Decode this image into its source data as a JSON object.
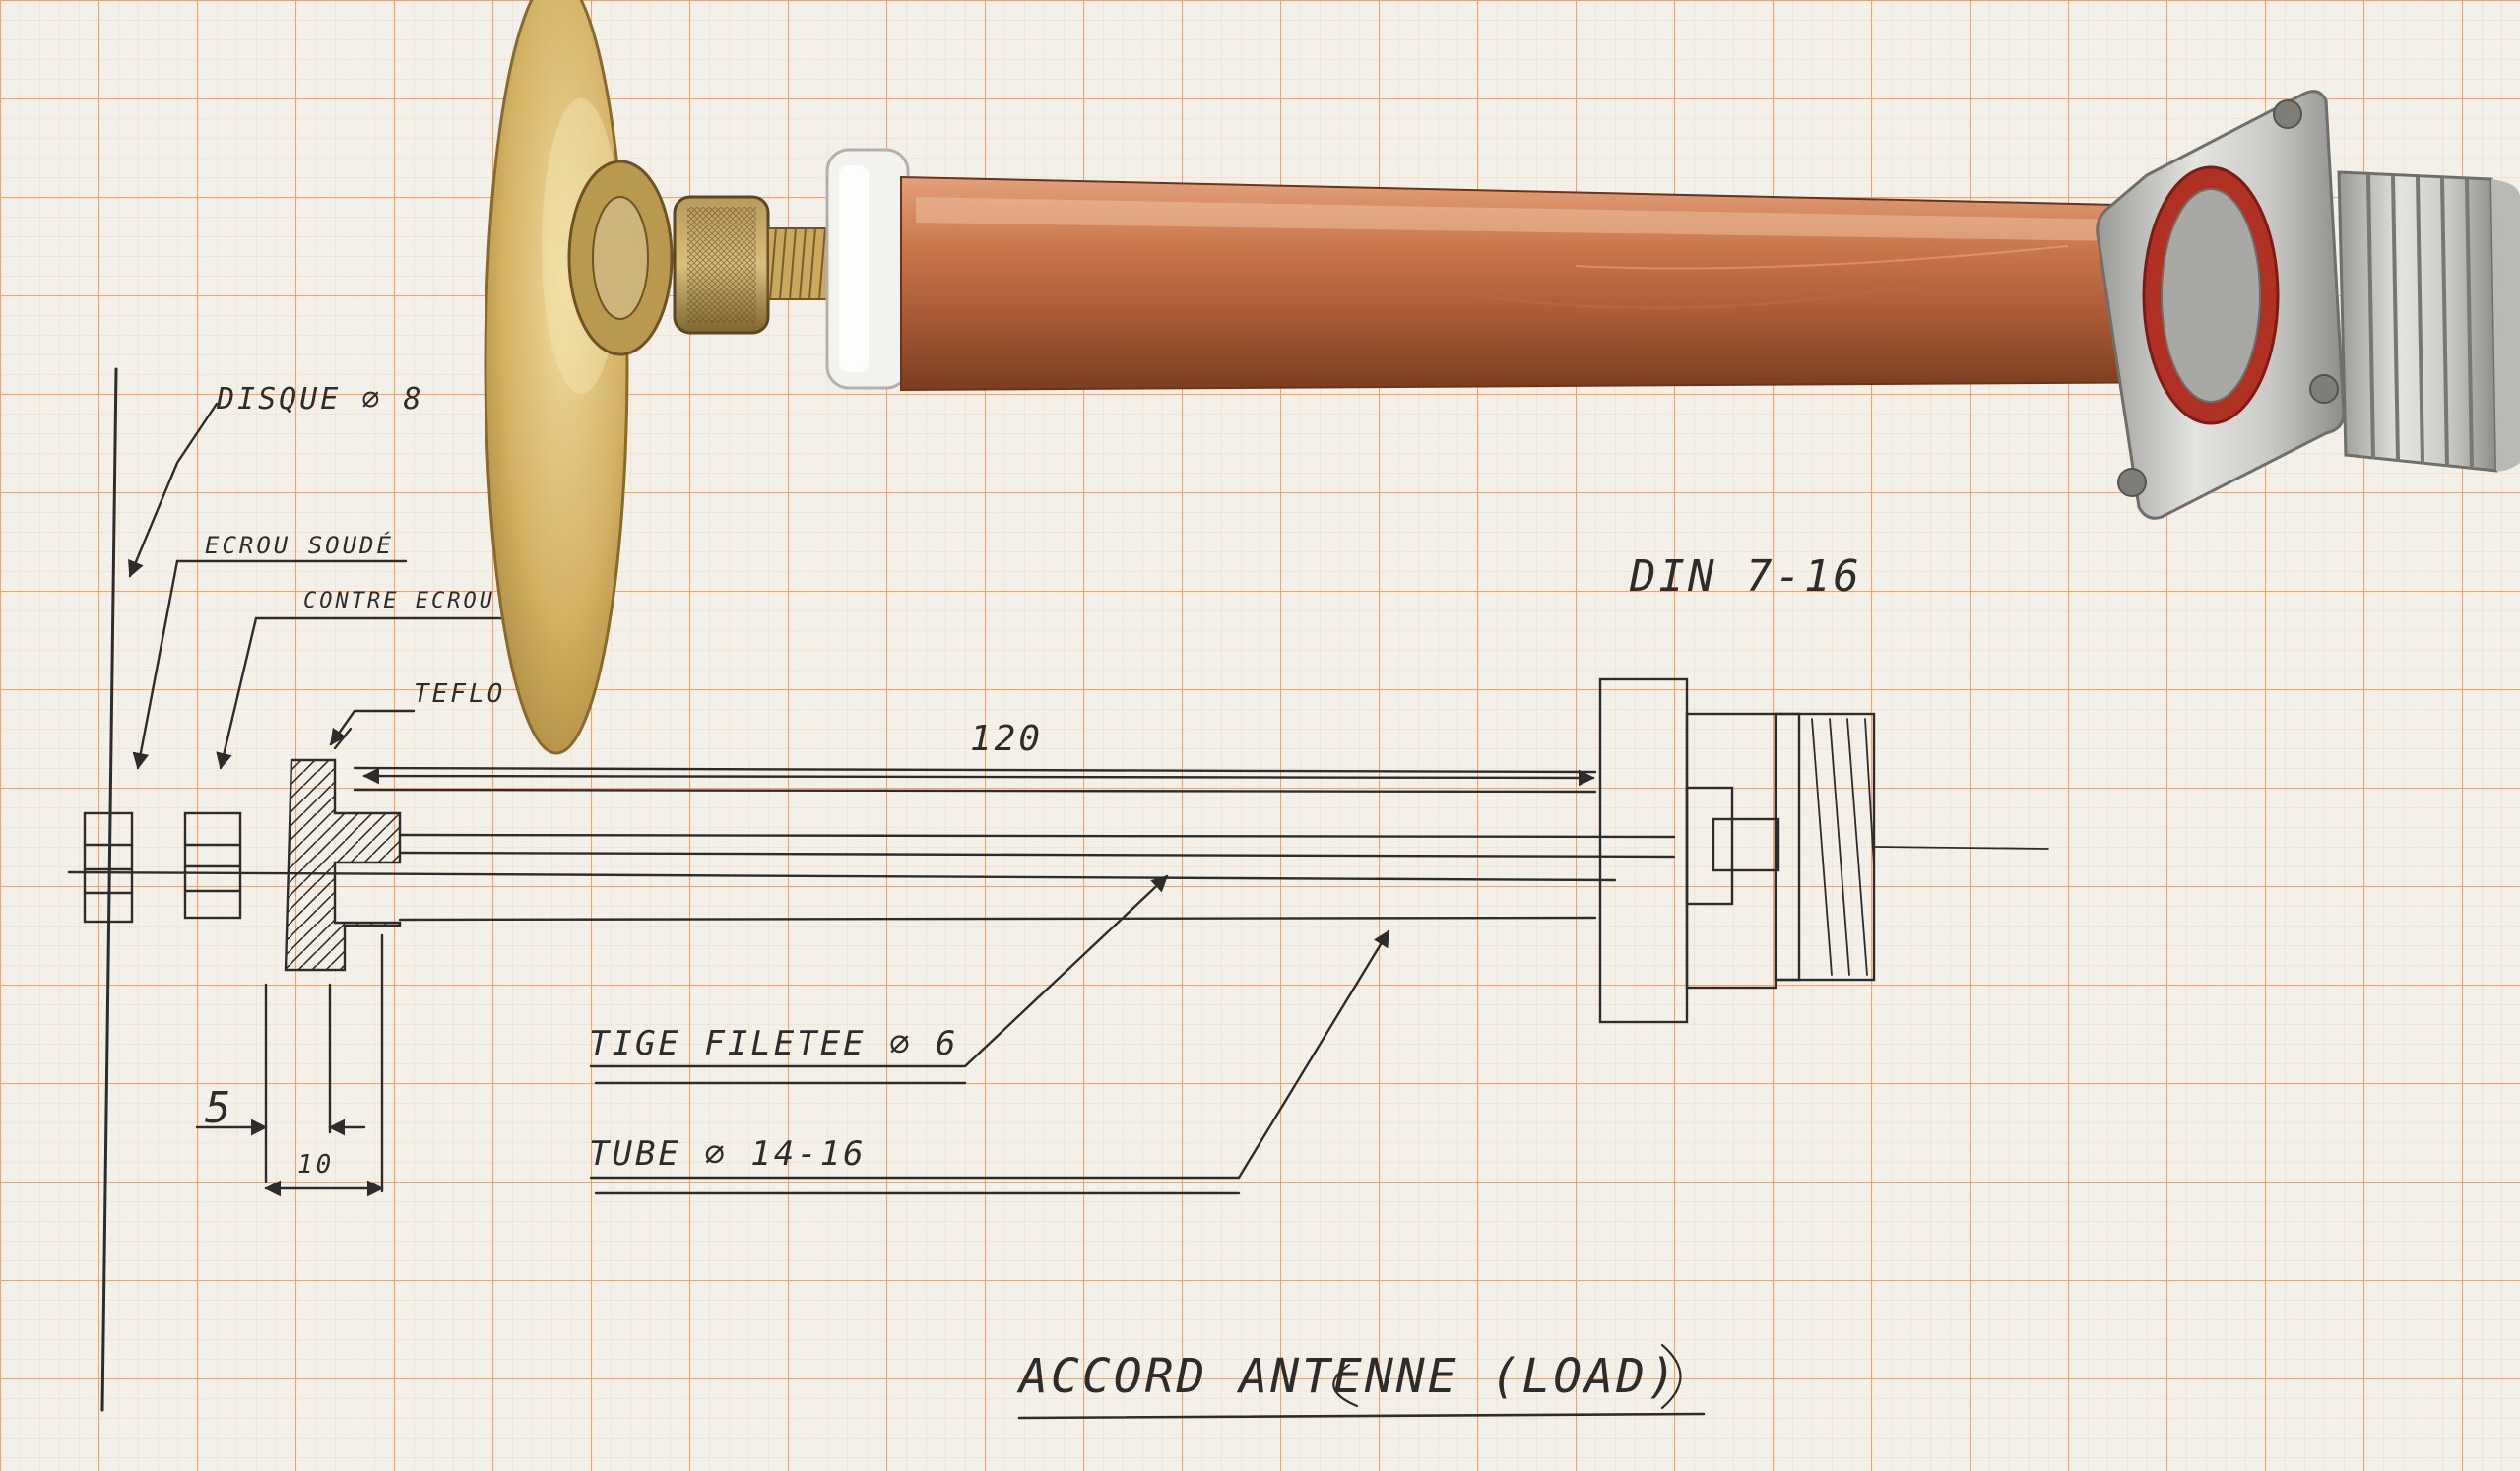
{
  "colors": {
    "paper": "#f3f0e9",
    "grid_major": "#dca783",
    "grid_minor": "#efd9c8",
    "pencil": "#2e2c2a",
    "copper": "#c8754a",
    "brass": "#d3b265",
    "teflon": "#f4f2ef",
    "chrome": "#c9c9c6"
  },
  "drawing": {
    "label_disque": "DISQUE ⌀ 8",
    "label_ecrou_soude": "ECROU SOUDÉ",
    "label_contre_ecrou": "CONTRE ECROU",
    "label_teflon": "TEFLO",
    "label_din": "DIN 7-16",
    "dim_length": "120",
    "label_tige": "TIGE FILETEE ⌀ 6",
    "label_tube": "TUBE ⌀ 14-16",
    "dim_5": "5",
    "dim_10": "10",
    "title": "ACCORD ANTENNE (LOAD)"
  }
}
